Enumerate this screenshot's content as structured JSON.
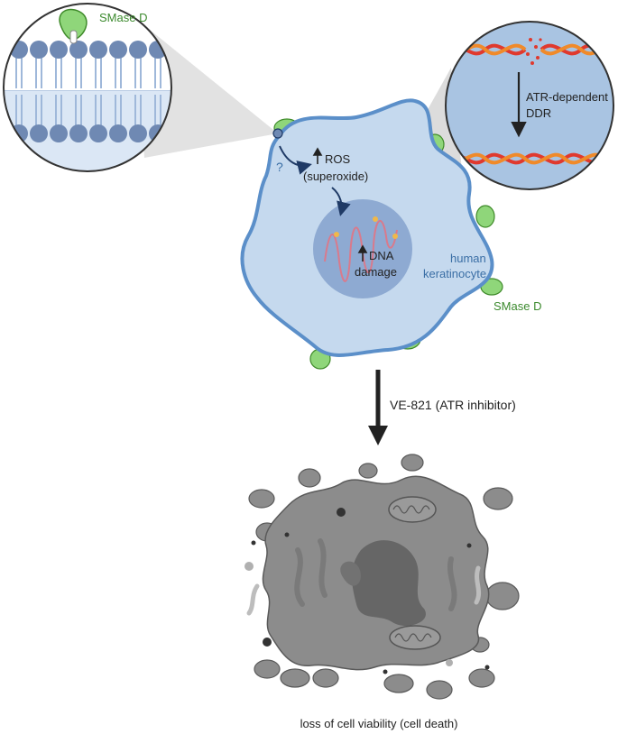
{
  "labels": {
    "smase_top": "SMase D",
    "question": "?",
    "ros": "ROS",
    "ros_sub": "(superoxide)",
    "dna": "DNA",
    "dna_sub": "damage",
    "cell_line1": "human",
    "cell_line2": "keratinocyte",
    "smase_side": "SMase D",
    "atr_line1": "ATR-dependent",
    "atr_line2": "DDR",
    "inhibitor": "VE-821 (ATR inhibitor)",
    "outcome": "loss of cell viability (cell death)"
  },
  "colors": {
    "cell_fill": "#c5d9ee",
    "cell_stroke": "#5b8fc9",
    "nucleus": "#8ba8d0",
    "smase": "#8fd67a",
    "phospholipid_head": "#6f89b3",
    "dna_red": "#e0392e",
    "dna_orange": "#f08a2a",
    "dead_cell": "#8c8c8c",
    "text_blue": "#3a6ea5",
    "text_green": "#3c8a2e",
    "text_dark": "#222222"
  }
}
